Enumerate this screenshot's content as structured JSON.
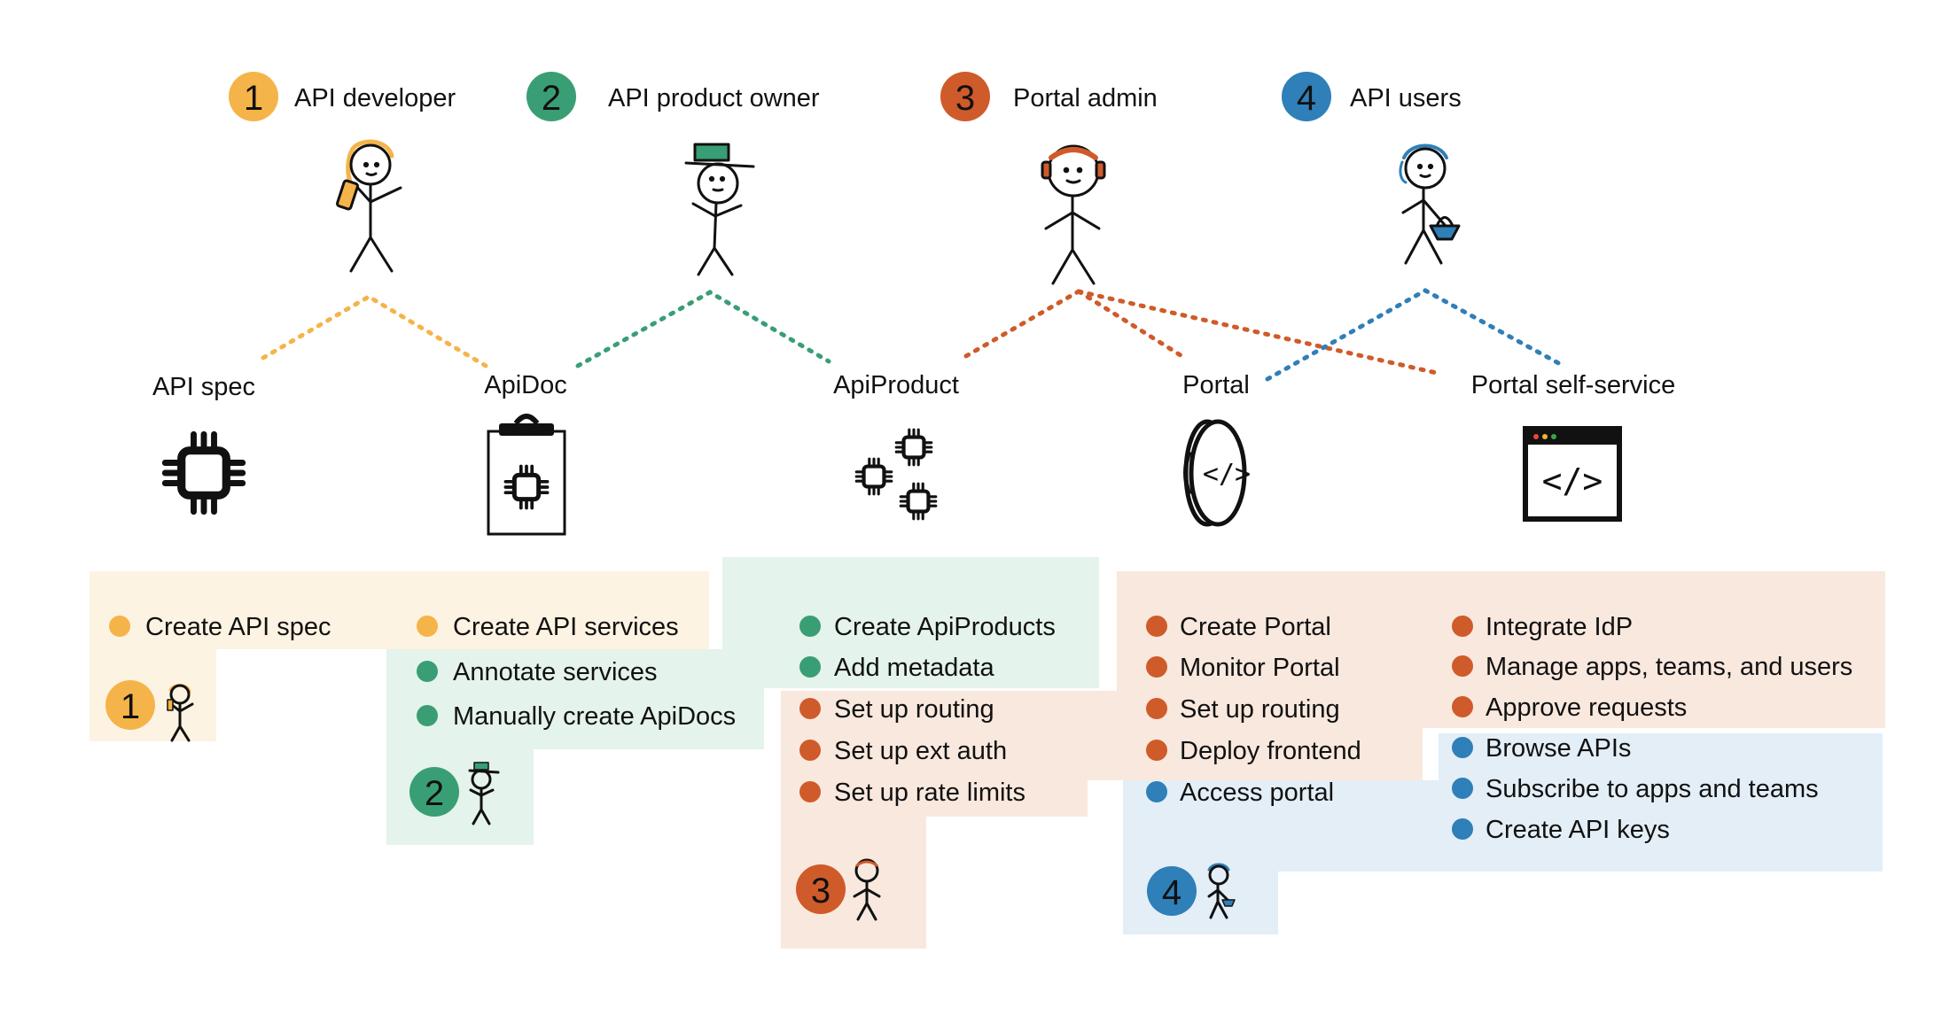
{
  "colors": {
    "developer": "#f5b449",
    "owner": "#3a9e74",
    "admin": "#cf5b2a",
    "users": "#2f7fb8",
    "developer_bg": "#fdf3e2",
    "owner_bg": "#e4f3ec",
    "admin_bg": "#f9e8de",
    "users_bg": "#e3eef6"
  },
  "personas": [
    {
      "number": "1",
      "label": "API developer",
      "figure_icon": "developer-with-phone-icon"
    },
    {
      "number": "2",
      "label": "API product owner",
      "figure_icon": "person-with-hat-icon"
    },
    {
      "number": "3",
      "label": "Portal admin",
      "figure_icon": "person-with-headset-icon"
    },
    {
      "number": "4",
      "label": "API users",
      "figure_icon": "person-with-basket-icon"
    }
  ],
  "resources": [
    {
      "label": "API spec",
      "icon": "chip-icon"
    },
    {
      "label": "ApiDoc",
      "icon": "clipboard-chip-icon"
    },
    {
      "label": "ApiProduct",
      "icon": "multi-chip-icon"
    },
    {
      "label": "Portal",
      "icon": "portal-code-icon"
    },
    {
      "label": "Portal self-service",
      "icon": "browser-code-icon"
    }
  ],
  "tasks": {
    "developer": [
      "Create API spec",
      "Create API services"
    ],
    "owner": [
      "Annotate services",
      "Manually create ApiDocs",
      "Create ApiProducts",
      "Add metadata"
    ],
    "admin": [
      "Set up routing",
      "Set up ext auth",
      "Set up rate limits",
      "Create Portal",
      "Monitor Portal",
      "Set up routing",
      "Deploy frontend",
      "Integrate IdP",
      "Manage apps, teams, and users",
      "Approve requests"
    ],
    "users": [
      "Access portal",
      "Browse APIs",
      "Subscribe to apps and teams",
      "Create API keys"
    ]
  }
}
